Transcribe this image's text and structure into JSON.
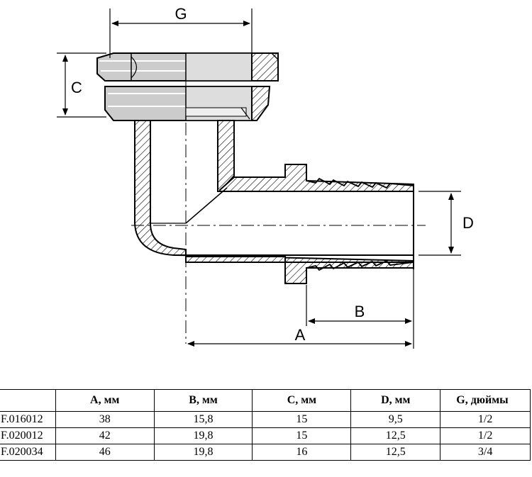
{
  "diagram": {
    "labels": {
      "g": "G",
      "c": "C",
      "d": "D",
      "b": "B",
      "a": "A"
    }
  },
  "table": {
    "headers": [
      "",
      "A, мм",
      "B, мм",
      "C, мм",
      "D, мм",
      "G, дюймы"
    ],
    "rows": [
      [
        "F.016012",
        "38",
        "15,8",
        "15",
        "9,5",
        "1/2"
      ],
      [
        "F.020012",
        "42",
        "19,8",
        "15",
        "12,5",
        "1/2"
      ],
      [
        "F.020034",
        "46",
        "19,8",
        "16",
        "12,5",
        "3/4"
      ]
    ]
  }
}
